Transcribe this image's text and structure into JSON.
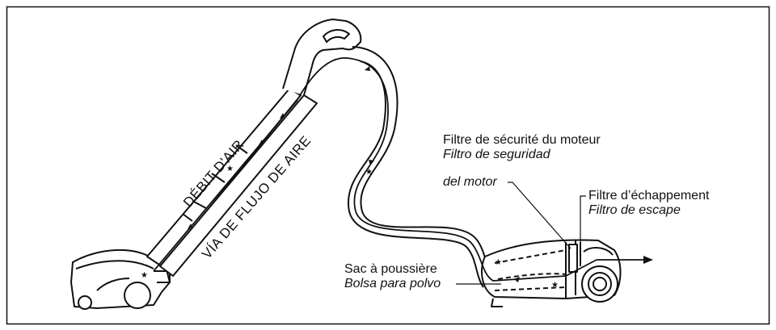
{
  "diagram": {
    "airflow_fr": "DÉBIT D'AIR",
    "airflow_es": "VÍA DE FLUJO DE AIRE",
    "motor_filter": {
      "fr": "Filtre de sécurité du moteur",
      "es_line1": "Filtro de seguridad",
      "es_line2": "del motor"
    },
    "exhaust_filter": {
      "fr": "Filtre d’échappement",
      "es": "Filtro de escape"
    },
    "dust_bag": {
      "fr": "Sac à poussière",
      "es": "Bolsa para polvo"
    }
  }
}
